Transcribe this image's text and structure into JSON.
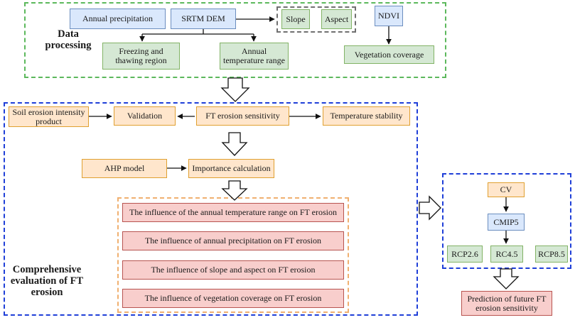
{
  "sections": {
    "data_processing": "Data processing",
    "comprehensive": "Comprehensive evaluation of FT erosion"
  },
  "nodes": {
    "annual_precipitation": "Annual precipitation",
    "srtm_dem": "SRTM DEM",
    "slope": "Slope",
    "aspect": "Aspect",
    "ndvi": "NDVI",
    "freezing_thawing": "Freezing and thawing region",
    "annual_temp_range": "Annual temperature range",
    "vegetation_coverage": "Vegetation coverage",
    "soil_erosion_product": "Soil erosion intensity product",
    "validation": "Validation",
    "ft_sensitivity": "FT erosion sensitivity",
    "temperature_stability": "Temperature stability",
    "ahp_model": "AHP model",
    "importance_calculation": "Importance calculation",
    "influence_temp": "The influence of the annual temperature range on FT erosion",
    "influence_precip": "The influence of annual precipitation on FT erosion",
    "influence_slope": "The influence of slope and aspect on FT erosion",
    "influence_veg": "The influence of vegetation coverage on FT erosion",
    "cv": "CV",
    "cmip5": "CMIP5",
    "rcp26": "RCP2.6",
    "rcp45": "RC4.5",
    "rcp85": "RCP8.5",
    "prediction": "Prediction of future FT erosion sensitivity"
  },
  "colors": {
    "green_dash": "#5cb85c",
    "blue_dash": "#1f3fd8",
    "orange_dash": "#f0b070",
    "gray_dash": "#707070"
  }
}
